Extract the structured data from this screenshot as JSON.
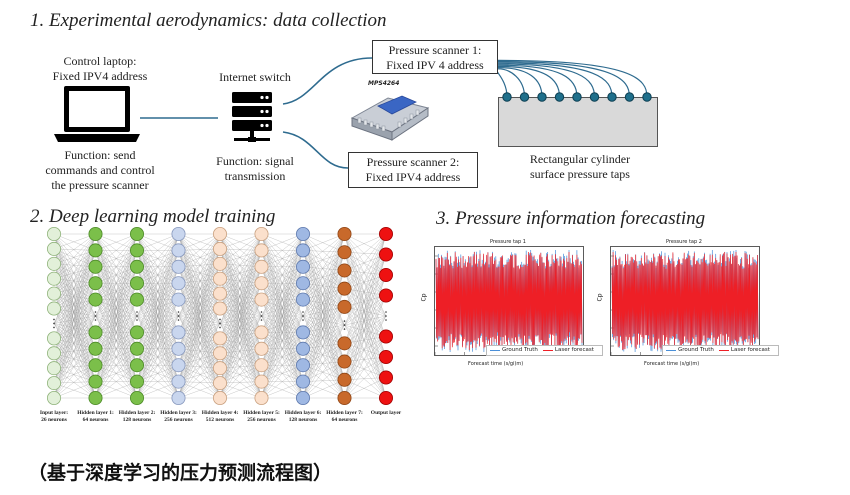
{
  "sections": {
    "s1": "1. Experimental aerodynamics: data collection",
    "s2": "2. Deep learning model training",
    "s3": "3. Pressure information forecasting"
  },
  "setup": {
    "laptop_title": [
      "Control laptop:",
      "Fixed IPV4 address"
    ],
    "laptop_function": [
      "Function: send",
      "commands and control",
      "the pressure scanner"
    ],
    "switch_title": "Internet switch",
    "switch_function": [
      "Function: signal",
      "transmission"
    ],
    "scanner1": [
      "Pressure scanner 1:",
      "Fixed IPV 4 address"
    ],
    "scanner2": [
      "Pressure scanner 2:",
      "Fixed IPV4 address"
    ],
    "device_model": "MPS4264",
    "cylinder": [
      "Rectangular cylinder",
      "surface pressure taps"
    ]
  },
  "network": {
    "layers": [
      {
        "label": [
          "Input layer:",
          "26 neurons"
        ],
        "color": "#e2f0d9",
        "stroke": "#8fb37a"
      },
      {
        "label": [
          "Hidden layer 1:",
          "64 neurons"
        ],
        "color": "#7bbf4a",
        "stroke": "#4c8a26"
      },
      {
        "label": [
          "Hidden layer 2:",
          "128 neurons"
        ],
        "color": "#7bbf4a",
        "stroke": "#4c8a26"
      },
      {
        "label": [
          "Hidden layer 3:",
          "256 neurons"
        ],
        "color": "#c9d6ee",
        "stroke": "#8798bd"
      },
      {
        "label": [
          "Hidden layer 4:",
          "512 neurons"
        ],
        "color": "#fbe0cc",
        "stroke": "#c9a07f"
      },
      {
        "label": [
          "Hidden layer 5:",
          "256 neurons"
        ],
        "color": "#fbe0cc",
        "stroke": "#c9a07f"
      },
      {
        "label": [
          "Hidden layer 6:",
          "128 neurons"
        ],
        "color": "#9fb8e3",
        "stroke": "#5e79ad"
      },
      {
        "label": [
          "Hidden layer 7:",
          "64 neurons"
        ],
        "color": "#c8692b",
        "stroke": "#8f4515"
      },
      {
        "label": [
          "Output layer"
        ],
        "color": "#ee1111",
        "stroke": "#a00000"
      }
    ]
  },
  "forecast": {
    "panels": [
      {
        "title": "Pressure tap 1",
        "ylabel": "Cp",
        "xlabel": "Forecast time (s/gi)m)",
        "legend_true": "Ground Truth",
        "legend_pred": "Laser forecast"
      },
      {
        "title": "Pressure tap 2",
        "ylabel": "Cp",
        "xlabel": "Forecast time (s/gi)m)",
        "legend_true": "Ground Truth",
        "legend_pred": "Laser forecast"
      }
    ],
    "colors": {
      "truth": "#4a8fd8",
      "pred": "#ee1f26"
    }
  },
  "caption": "（基于深度学习的压力预测流程图）"
}
